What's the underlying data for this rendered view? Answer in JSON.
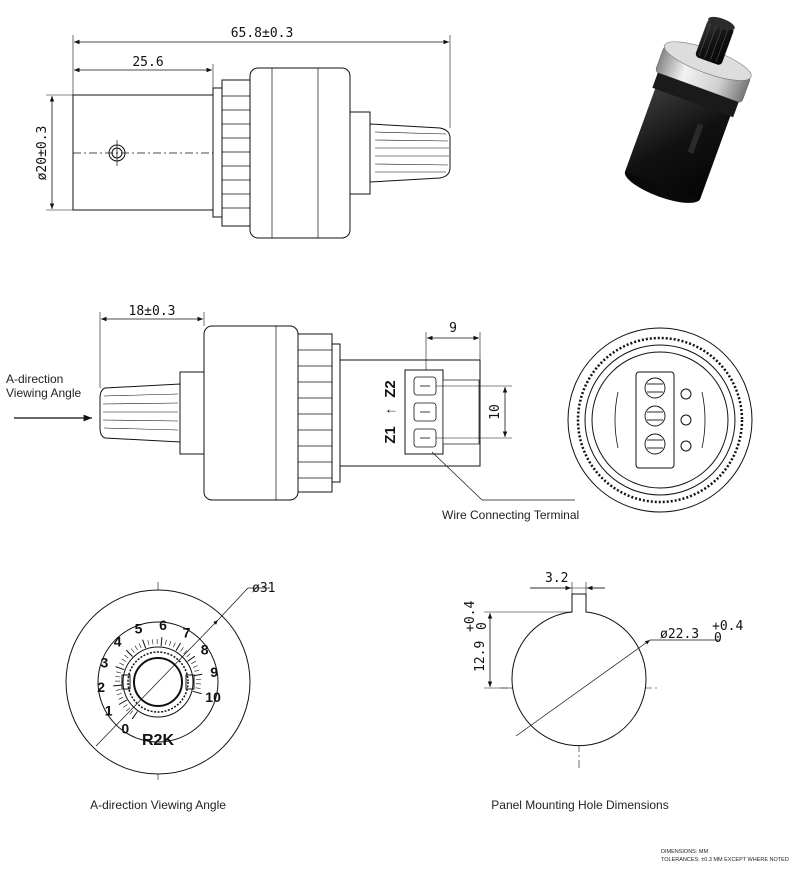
{
  "top_view": {
    "overall_length": "65.8±0.3",
    "barrel_length": "25.6",
    "diameter": "ø20±0.3"
  },
  "side_view": {
    "shaft_length": "18±0.3",
    "direction_label_line1": "A-direction",
    "direction_label_line2": "Viewing Angle",
    "terminal_width": "9",
    "terminal_pitch": "10",
    "terminal_z2": "Z2",
    "terminal_arrow": "↑",
    "terminal_z1": "Z1",
    "terminal_callout": "Wire Connecting Terminal"
  },
  "dial_view": {
    "diameter": "ø31",
    "scale": [
      "0",
      "1",
      "2",
      "3",
      "4",
      "5",
      "6",
      "7",
      "8",
      "9",
      "10"
    ],
    "model": "R2K",
    "caption": "A-direction Viewing Angle"
  },
  "hole_view": {
    "key_width": "3.2",
    "key_height": "12.9",
    "key_height_tol_upper": "+0.4",
    "key_height_tol_lower": "0",
    "hole_diameter": "ø22.3",
    "hole_tol_upper": "+0.4",
    "hole_tol_lower": "0",
    "caption": "Panel Mounting Hole Dimensions"
  },
  "notes": {
    "dimensions": "DIMENSIONS: MM",
    "tolerances": "TOLERANCES: ±0.3 MM EXCEPT WHERE NOTED"
  }
}
